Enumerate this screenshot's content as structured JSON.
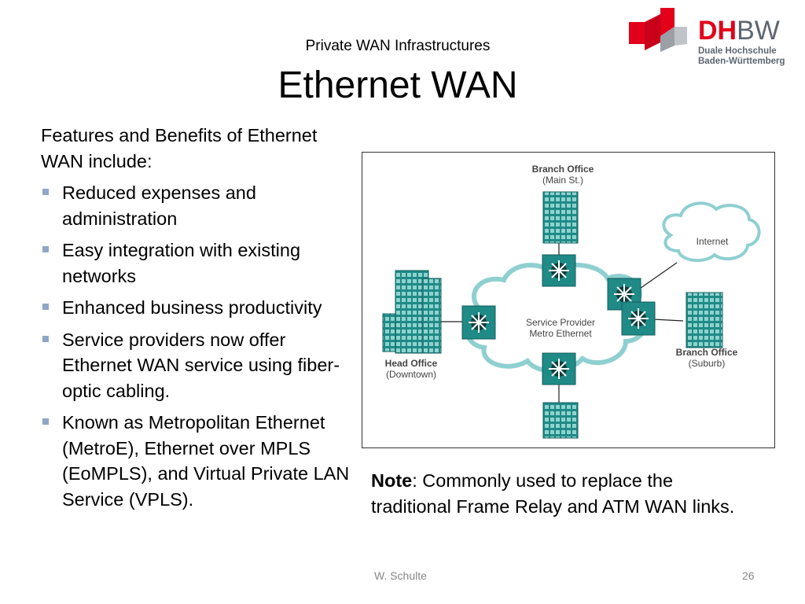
{
  "header": {
    "subtitle": "Private WAN Infrastructures",
    "title": "Ethernet WAN"
  },
  "logo": {
    "dh": "DH",
    "bw": "BW",
    "line1": "Duale Hochschule",
    "line2": "Baden-Württemberg"
  },
  "content": {
    "intro": "Features and Benefits of Ethernet WAN include:",
    "bullets": [
      "Reduced expenses and administration",
      "Easy integration with existing networks",
      "Enhanced business productivity",
      "Service providers now offer Ethernet WAN service using fiber-optic cabling.",
      "Known as Metropolitan Ethernet (MetroE), Ethernet over MPLS (EoMPLS), and Virtual Private LAN Service (VPLS)."
    ]
  },
  "diagram": {
    "branch_main_title": "Branch Office",
    "branch_main_sub": "(Main St.)",
    "internet": "Internet",
    "sp_line1": "Service Provider",
    "sp_line2": "Metro Ethernet",
    "head_title": "Head Office",
    "head_sub": "(Downtown)",
    "branch_sub_title": "Branch Office",
    "branch_sub_sub": "(Suburb)"
  },
  "note": {
    "label": "Note",
    "text": ": Commonly used to replace the traditional Frame Relay and ATM WAN links."
  },
  "footer": {
    "author": "W. Schulte",
    "page": "26"
  }
}
